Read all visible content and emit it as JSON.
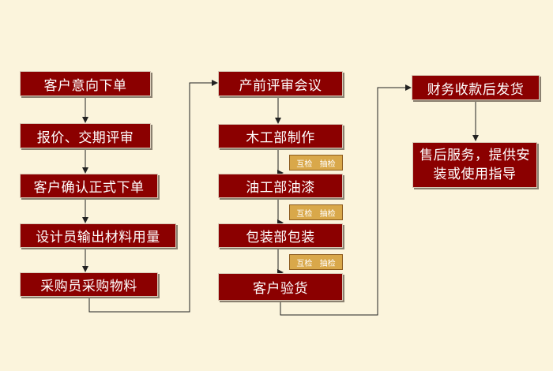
{
  "column1": [
    {
      "id": "order",
      "label": "客户意向下单"
    },
    {
      "id": "quote",
      "label": "报价、交期评审"
    },
    {
      "id": "confirm",
      "label": "客户确认正式下单"
    },
    {
      "id": "design",
      "label": "设计员输出材料用量"
    },
    {
      "id": "purchase",
      "label": "采购员采购物料"
    }
  ],
  "column2": [
    {
      "id": "prod-meeting",
      "label": "产前评审会议"
    },
    {
      "id": "carpentry",
      "label": "木工部制作"
    },
    {
      "id": "painting",
      "label": "油工部油漆"
    },
    {
      "id": "packing",
      "label": "包装部包装"
    },
    {
      "id": "inspection",
      "label": "客户验货"
    }
  ],
  "column3": [
    {
      "id": "payment",
      "label": "财务收款后发货"
    },
    {
      "id": "after-sales",
      "label": "售后服务，提供安装或使用指导"
    }
  ],
  "qc_tags": [
    "互检  抽检",
    "互检  抽检",
    "互检  抽检"
  ],
  "colors": {
    "box": "#8b0000",
    "tag": "#d9a84a",
    "background": "#fbf4dc"
  }
}
